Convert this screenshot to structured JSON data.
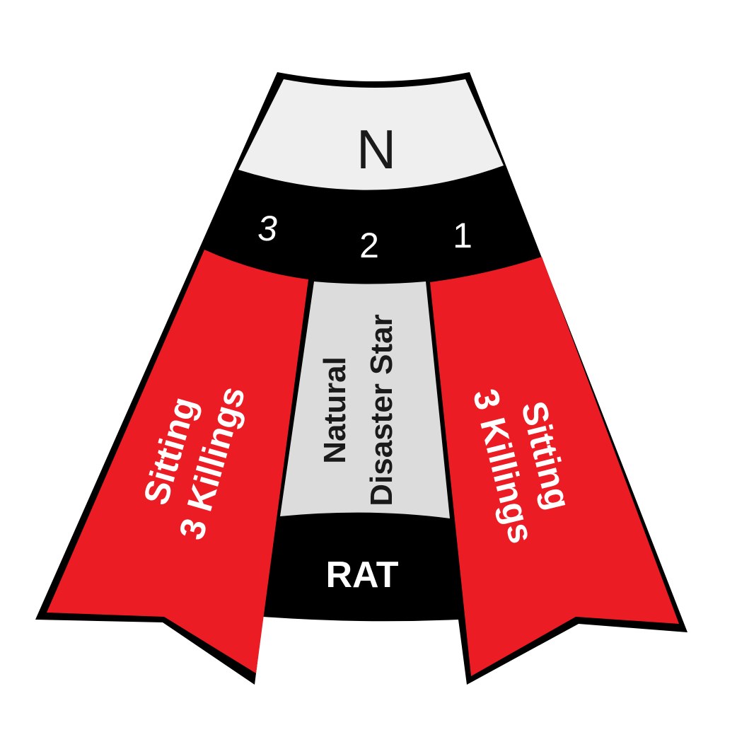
{
  "diagram": {
    "north_label": "N",
    "sector_numbers": [
      "3",
      "2",
      "1"
    ],
    "center_band": {
      "line1": "Natural",
      "line2": "Disaster Star"
    },
    "left_ribbon": {
      "line1": "Sitting",
      "line2": "3 Killings"
    },
    "right_ribbon": {
      "line1": "Sitting",
      "line2": "3 Killings"
    },
    "bottom_label": "RAT"
  },
  "colors": {
    "outline": "#000000",
    "top_band": "#efefef",
    "number_band": "#000000",
    "ribbon": "#ec1c24",
    "center_band": "#dcdcdc",
    "text_light": "#ffffff",
    "text_dark": "#1a1a1a"
  }
}
